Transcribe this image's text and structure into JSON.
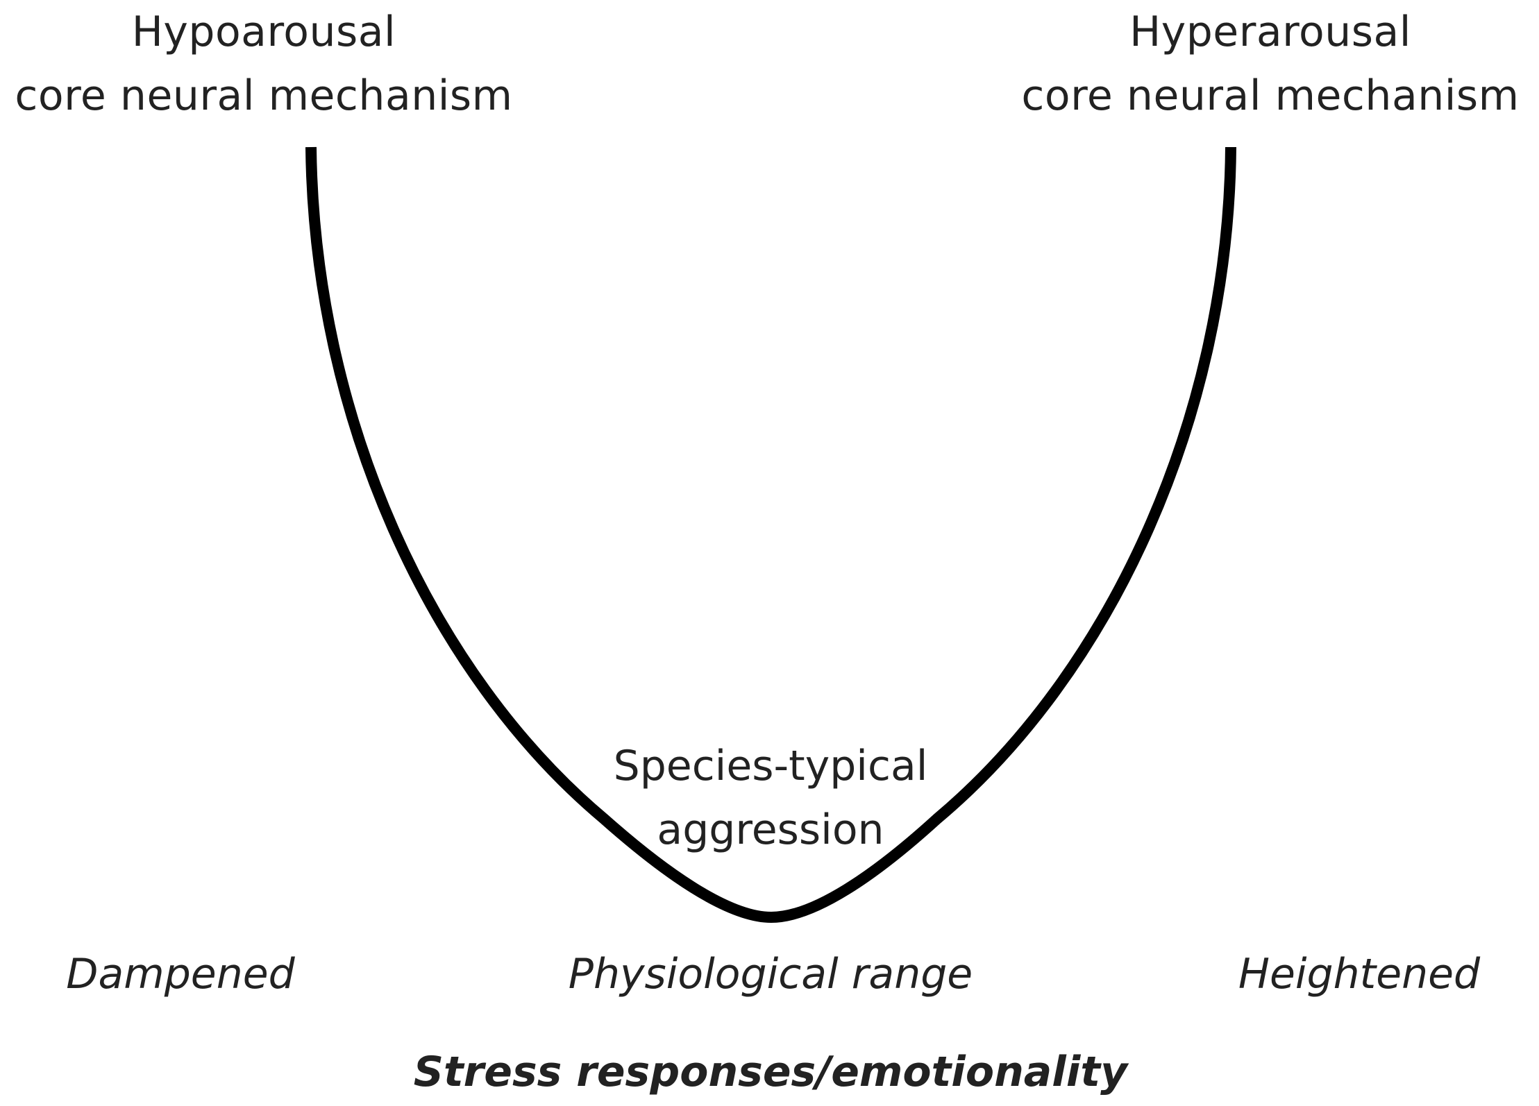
{
  "left_mechanism": {
    "line1": "Hypoarousal",
    "line2": "core neural mechanism"
  },
  "right_mechanism": {
    "line1": "Hyperarousal",
    "line2": "core neural mechanism"
  },
  "center_label": {
    "line1": "Species-typical",
    "line2": "aggression"
  },
  "axis": {
    "left": "Dampened",
    "center": "Physiological range",
    "right": "Heightened",
    "title": "Stress responses/emotionality"
  },
  "colors": {
    "curve": "#000000",
    "text": "#222222",
    "background": "#ffffff"
  }
}
